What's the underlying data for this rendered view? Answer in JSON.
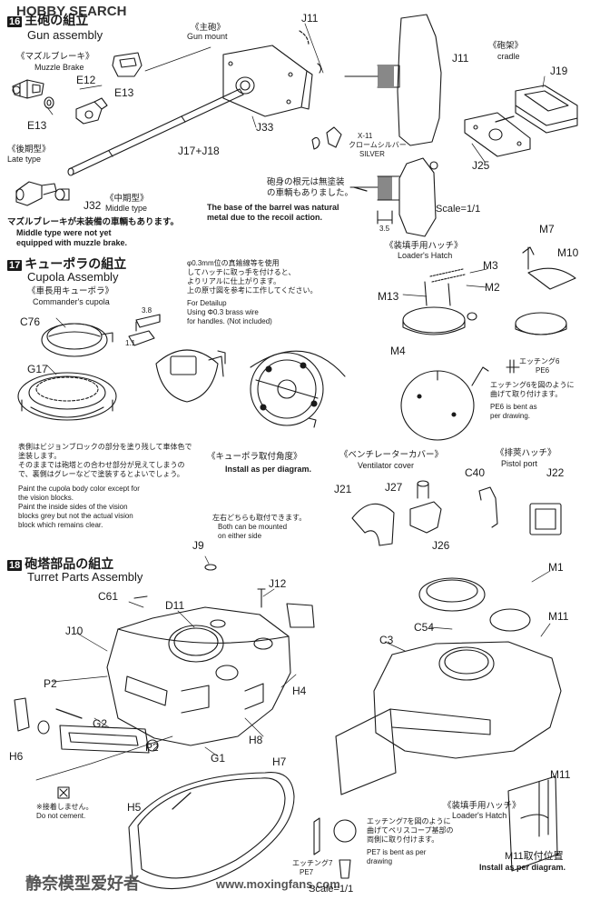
{
  "watermark_top": "HOBBY SEARCH",
  "watermark_bottom_ja": "静奈模型爱好者",
  "watermark_bottom_url": "www.moxingfans.com",
  "icon_colors": {
    "ink": "#1a1a1a",
    "shade": "#888888",
    "light": "#cfcfcf"
  },
  "step16": {
    "number": "16",
    "title_ja": "主砲の組立",
    "title_en": "Gun assembly",
    "muzzle_brake_ja": "《マズルブレーキ》",
    "muzzle_brake_en": "Muzzle Brake",
    "gun_mount_ja": "《主砲》",
    "gun_mount_en": "Gun mount",
    "cradle_ja": "《砲架》",
    "cradle_en": "cradle",
    "late_type_ja": "《後期型》",
    "late_type_en": "Late type",
    "middle_type_ja": "《中期型》",
    "middle_type_en": "Middle type",
    "muzzle_note_ja": "マズルブレーキが未装備の車輌もあります。",
    "muzzle_note_en_1": "Middle type were not yet",
    "muzzle_note_en_2": "equipped with muzzle brake.",
    "barrel_note_ja_1": "砲身の根元は無塗装",
    "barrel_note_ja_2": "の車輌もありました。",
    "barrel_note_en_1": "The base of the barrel was natural",
    "barrel_note_en_2": "metal due to the recoil action.",
    "color_code": "X-11",
    "color_ja": "クロームシルバー",
    "color_en": "SILVER",
    "scale": "Scale=1/1",
    "dimension": "3.5",
    "parts": [
      "J11",
      "E12",
      "E13",
      "E13",
      "J33",
      "J11",
      "J19",
      "J25",
      "J17+J18",
      "J32"
    ]
  },
  "step17": {
    "number": "17",
    "title_ja": "キューポラの組立",
    "title_en": "Cupola Assembly",
    "commander_ja": "《車長用キューポラ》",
    "commander_en": "Commander's cupola",
    "brass_ja_1": "φ0.3mm位の真鍮線等を使用",
    "brass_ja_2": "してハッチに取っ手を付けると、",
    "brass_ja_3": "よりリアルに仕上がります。",
    "brass_ja_4": "上の原寸図を参考に工作してください。",
    "brass_en_1": "For Detailup",
    "brass_en_2": "Using Φ0.3 brass wire",
    "brass_en_3": "for handles. (Not included)",
    "dim_a": "3.8",
    "dim_b": "1.1",
    "cupola_angle_ja": "《キューポラ取付角度》",
    "cupola_angle_en": "Install as per diagram.",
    "paint_ja_1": "表側はビジョンブロックの部分を塗り残して車体色で",
    "paint_ja_2": "塗装します。",
    "paint_ja_3": "そのままでは砲塔との合わせ部分が見えてしまうの",
    "paint_ja_4": "で、裏側はグレーなどで塗装するとよいでしょう。",
    "paint_en_1": "Paint the cupola body color except for",
    "paint_en_2": "the vision blocks.",
    "paint_en_3": "Paint the inside sides of the vision",
    "paint_en_4": "blocks grey but not the actual vision",
    "paint_en_5": "block which remains clear.",
    "loader_ja": "《装填手用ハッチ》",
    "loader_en": "Loader's Hatch",
    "pe6_ja": "エッチング6",
    "pe6_code": "PE6",
    "pe6_note_ja_1": "エッチング6を図のように",
    "pe6_note_ja_2": "曲げて取り付けます。",
    "pe6_note_en_1": "PE6 is bent as",
    "pe6_note_en_2": "per drawing.",
    "vent_ja": "《ベンチレーターカバー》",
    "vent_en": "Ventilator cover",
    "pistol_ja": "《排莢ハッチ》",
    "pistol_en": "Pistol port",
    "parts": [
      "C76",
      "G17",
      "M7",
      "M10",
      "M3",
      "M2",
      "M13",
      "M4",
      "J21",
      "J27",
      "J26",
      "C40",
      "J22"
    ]
  },
  "step18": {
    "number": "18",
    "title_ja": "砲塔部品の組立",
    "title_en": "Turret Parts Assembly",
    "either_side_ja": "左右どちらも取付できます。",
    "either_side_en_1": "Both can be mounted",
    "either_side_en_2": "on either side",
    "no_cement_ja": "※接着しません。",
    "no_cement_en": "Do not cement.",
    "pe7_note_ja_1": "エッチング7を図のように",
    "pe7_note_ja_2": "曲げてペリスコープ基部の",
    "pe7_note_ja_3": "両側に取り付けます。",
    "pe7_note_en_1": "PE7 is bent as per",
    "pe7_note_en_2": "drawing",
    "pe7_ja": "エッチング7",
    "pe7_code": "PE7",
    "loader_ja": "《装填手用ハッチ》",
    "loader_en": "Loader's Hatch",
    "m11_pos_ja": "M11取付位置",
    "m11_pos_en": "Install as per diagram.",
    "scale": "Scale=1/1",
    "parts": [
      "J9",
      "C61",
      "D11",
      "J12",
      "J10",
      "P2",
      "G2",
      "H4",
      "H6",
      "P2",
      "G1",
      "H8",
      "H7",
      "H5",
      "M1",
      "C54",
      "M11",
      "C3",
      "M11"
    ]
  }
}
